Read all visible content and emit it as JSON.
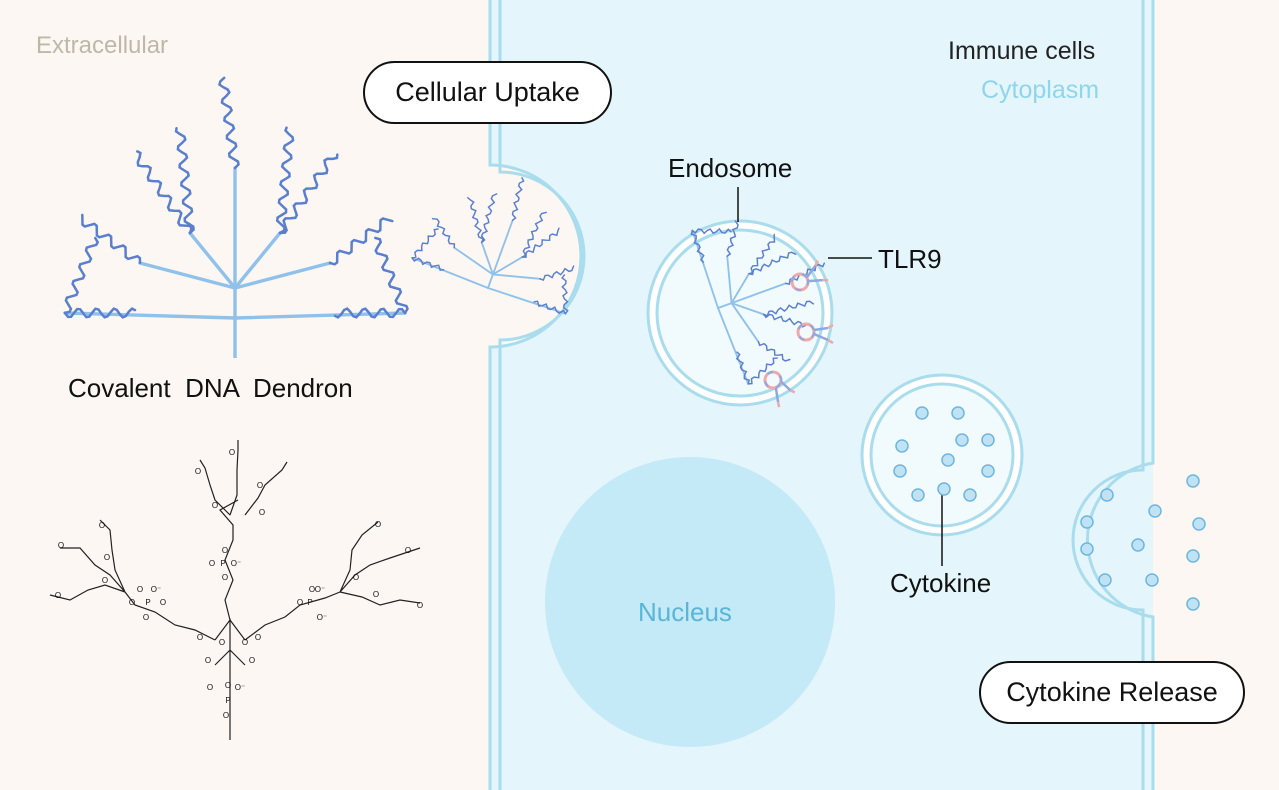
{
  "labels": {
    "extracellular": "Extracellular",
    "immune_cells": "Immune cells",
    "cytoplasm": "Cytoplasm",
    "cellular_uptake": "Cellular Uptake",
    "endosome": "Endosome",
    "tlr9": "TLR9",
    "covalent_dna_dendron": "Covalent  DNA  Dendron",
    "cytokine": "Cytokine",
    "nucleus": "Nucleus",
    "cytokine_release": "Cytokine Release"
  },
  "chemical_structure": {
    "oxygen": "O",
    "phosphorus": "P",
    "phosphate_charge": "O⁻"
  },
  "colors": {
    "background": "#fcf7f2",
    "cell": "#e4f5fb",
    "membrane": "#a9dcec",
    "dna": "#5b7fcf",
    "nucleus": "#c4e9f7",
    "cytokine": "#bfe3f5",
    "extracellular_text": "#bfb7a8",
    "cytoplasm_text": "#8fd5ec",
    "nucleus_text": "#5ab5d6"
  }
}
